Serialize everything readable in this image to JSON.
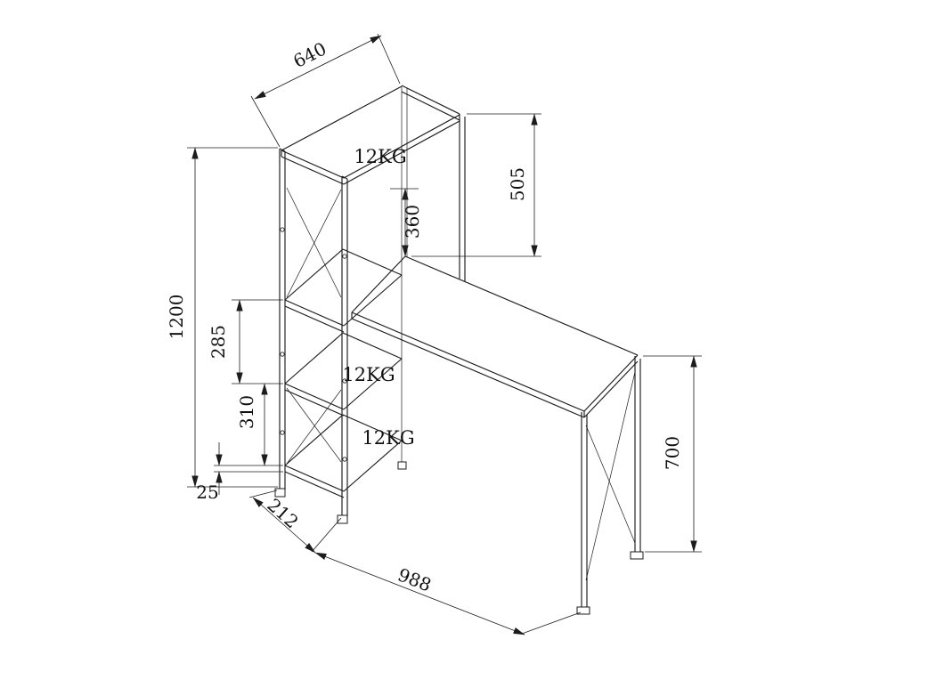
{
  "drawing": {
    "colors": {
      "line": "#1c1c1c",
      "background": "#ffffff"
    },
    "dimensions": {
      "top_shelf_width": "640",
      "hutch_height": "505",
      "shelf_to_desktop": "360",
      "total_height": "1200",
      "upper_shelf_spacing": "285",
      "lower_shelf_spacing": "310",
      "panel_thickness": "25",
      "shelf_depth": "212",
      "desk_length": "988",
      "desk_height": "700"
    },
    "load_labels": {
      "top_shelf": "12KG",
      "middle_shelf": "12KG",
      "bottom_shelf": "12KG"
    }
  }
}
